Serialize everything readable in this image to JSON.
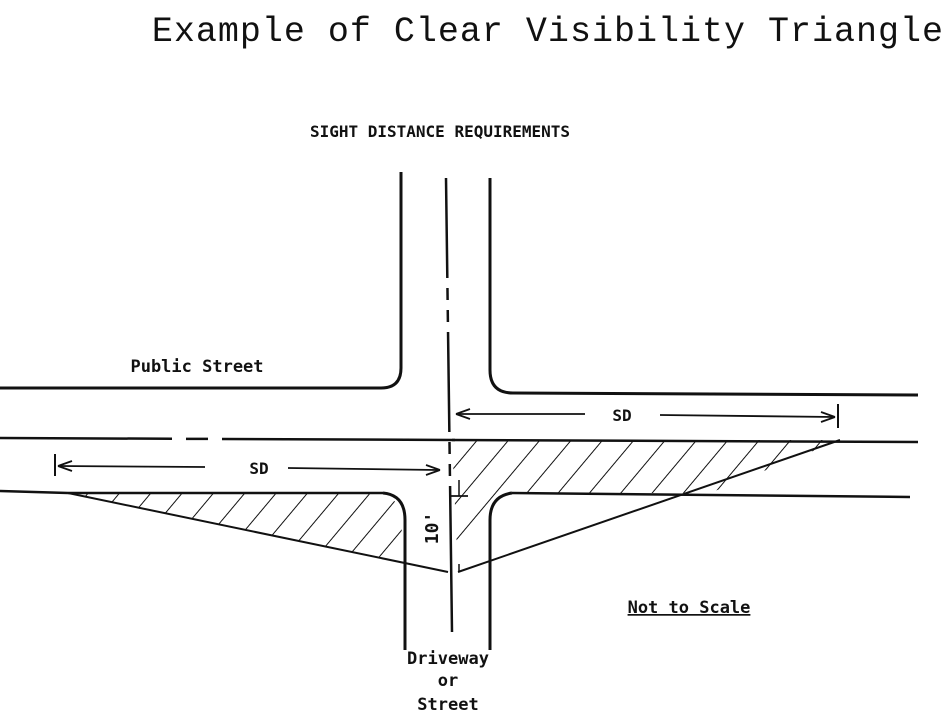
{
  "title": "Example of Clear Visibility Triangle",
  "diagram": {
    "heading": "SIGHT DISTANCE REQUIREMENTS",
    "public_street_label": "Public Street",
    "sd_label_left": "SD",
    "sd_label_right": "SD",
    "offset_label": "10'",
    "not_to_scale_label": "Not to Scale",
    "driveway_label_line1": "Driveway",
    "driveway_label_line2": "or",
    "driveway_label_line3": "Street"
  }
}
